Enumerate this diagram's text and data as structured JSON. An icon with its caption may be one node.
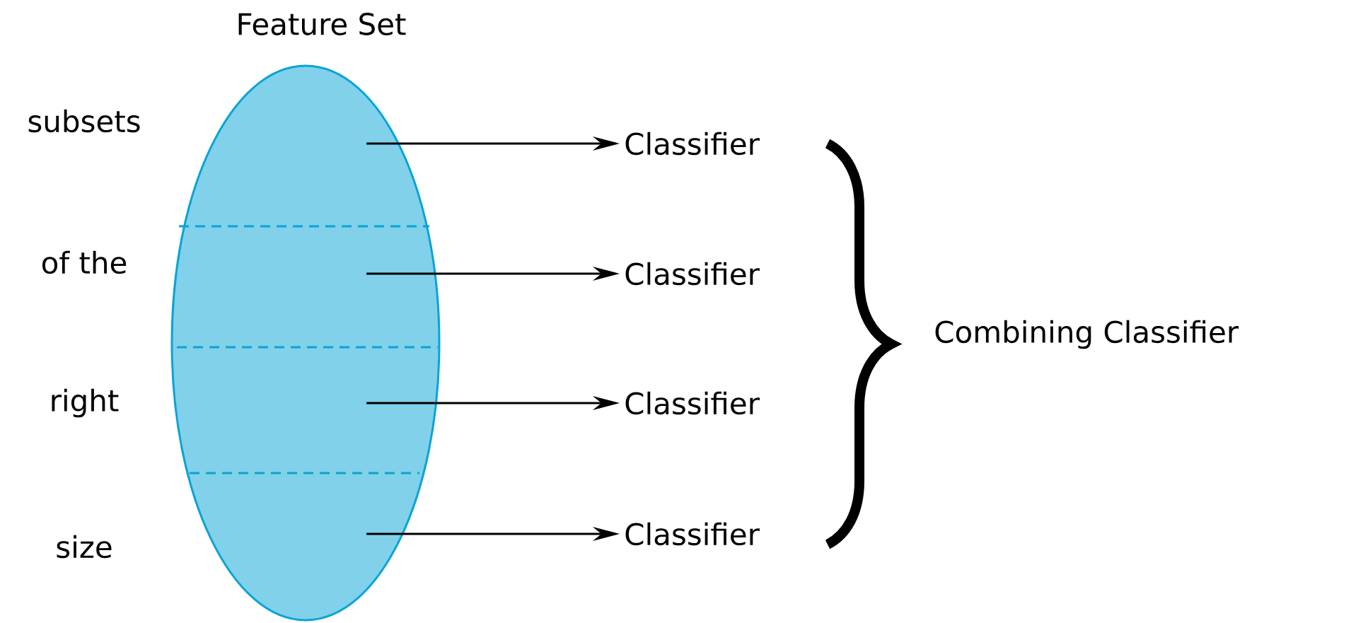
{
  "diagram": {
    "nodes": [
      {
        "text": [
          "Feature Set"
        ]
      },
      {
        "text": [
          "Classifier"
        ]
      },
      {
        "text": [
          "Classifier"
        ]
      },
      {
        "text": [
          "Classifier"
        ]
      },
      {
        "text": [
          "Classifier"
        ]
      }
    ],
    "edges": [
      {
        "from": 0,
        "to": 1,
        "arrow": "to"
      },
      {
        "from": 0,
        "to": 2,
        "arrow": "to"
      },
      {
        "from": 0,
        "to": 3,
        "arrow": "to"
      },
      {
        "from": 0,
        "to": 4,
        "arrow": "to"
      }
    ],
    "labels": [
      "subsets",
      "of the",
      "right",
      "size",
      "Combining Classifier"
    ]
  }
}
